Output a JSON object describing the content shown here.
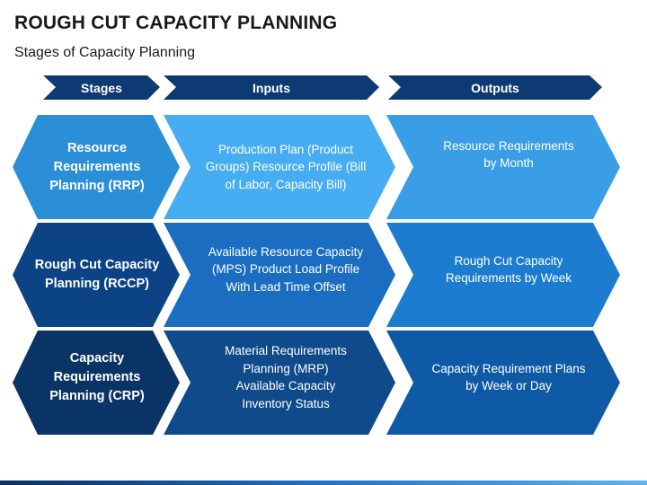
{
  "title": "ROUGH CUT CAPACITY PLANNING",
  "subtitle": "Stages of Capacity Planning",
  "headers": [
    "Stages",
    "Inputs",
    "Outputs"
  ],
  "rows": [
    {
      "stage": [
        "Resource",
        "Requirements",
        "Planning (RRP)"
      ],
      "inputs": [
        "Production Plan (Product",
        "Groups) Resource Profile (Bill",
        "of Labor, Capacity Bill)"
      ],
      "outputs": [
        "Resource Requirements",
        "by Month"
      ]
    },
    {
      "stage": [
        "Rough Cut Capacity",
        "Planning (RCCP)"
      ],
      "inputs": [
        "Available Resource Capacity",
        "(MPS) Product Load Profile",
        "With Lead  Time Offset"
      ],
      "outputs": [
        "Rough Cut Capacity",
        "Requirements by Week"
      ]
    },
    {
      "stage": [
        "Capacity",
        "Requirements",
        "Planning (CRP)"
      ],
      "inputs": [
        "Material Requirements",
        "Planning (MRP)",
        "Available Capacity",
        "Inventory Status"
      ],
      "outputs": [
        "Capacity Requirement Plans",
        "by Week or Day"
      ]
    }
  ],
  "colors": {
    "header": "#0d3a73",
    "row1_stage": "#2b8fd8",
    "row1_inputs": "#47adf2",
    "row1_outputs": "#3a9ee6",
    "row2_stage": "#0c4384",
    "row2_inputs": "#1a6dc0",
    "row2_outputs": "#1c7dd0",
    "row3_stage": "#0b3466",
    "row3_inputs": "#0f4a8a",
    "row3_outputs": "#0f5aa6",
    "text": "#ffffff"
  }
}
